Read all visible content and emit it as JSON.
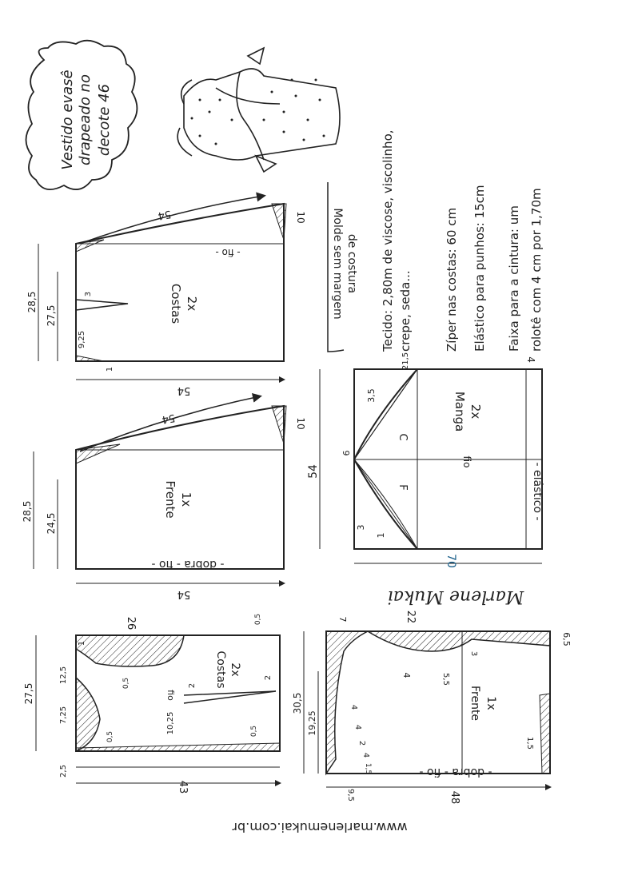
{
  "title": {
    "line1": "Vestido evasê",
    "line2": "drapeado no",
    "line3": "decote 46"
  },
  "pieces": {
    "costas_skirt": {
      "name": "Costas",
      "qty": "2x",
      "fio": "- fio -",
      "top": "54",
      "side": "54",
      "hem_rise": "10",
      "d1": "28,5",
      "d2": "27,5",
      "d3": "9,25",
      "dart": "3",
      "small": "1"
    },
    "frente_skirt": {
      "name": "Frente",
      "qty": "1x",
      "fold": "- dobra - fio -",
      "top": "54",
      "side": "54",
      "hem_rise": "10",
      "d1": "28,5",
      "d2": "24,5"
    },
    "manga": {
      "name": "Manga",
      "qty": "2x",
      "fio": "fio",
      "elastic": "- elástico -",
      "height": "54",
      "width": "70",
      "cap": "21,5",
      "cap2": "3,5",
      "a": "6",
      "b": "3",
      "c": "1",
      "lc": "C",
      "lf": "F",
      "ext": "4"
    },
    "costas_bodice": {
      "name": "Costas",
      "qty": "2x",
      "fio": "fio",
      "w_top": "26",
      "w_bot": "43",
      "h_total": "27,5",
      "n1": "12,5",
      "n2": "7,25",
      "n3": "2,5",
      "n4": "0,5",
      "n5": "0,5",
      "n6": "0,5",
      "n7": "0,5",
      "dart_w": "2",
      "dart_h": "10,25",
      "dart2": "2",
      "one": "1"
    },
    "frente_bodice": {
      "name": "Frente",
      "qty": "1x",
      "fold": "- dobra - fio -",
      "w_top": "22",
      "w_bot": "48",
      "h_total": "30,5",
      "h2": "19,25",
      "n1": "7",
      "n2": "6,5",
      "n3": "3",
      "n4": "4",
      "n5": "5,5",
      "n6": "4",
      "n7": "4",
      "n8": "2",
      "n9": "4",
      "n10": "1,5",
      "n11": "1,5",
      "n12": "9,5"
    }
  },
  "notes": {
    "mold": "Molde sem margem",
    "mold2": "de costura",
    "tecido": "Tecido: 2,80m de viscose, viscolinho,",
    "tecido2": "crepe, seda...",
    "ziper": "Zíper nas costas: 60 cm",
    "elastico": "Elástico para punhos: 15cm",
    "faixa": "Faixa para a cintura: um",
    "faixa2": "rolotê com 4 cm por 1,70m"
  },
  "signature": "Marlene Mukai",
  "website": "www.marlenemukai.com.br"
}
